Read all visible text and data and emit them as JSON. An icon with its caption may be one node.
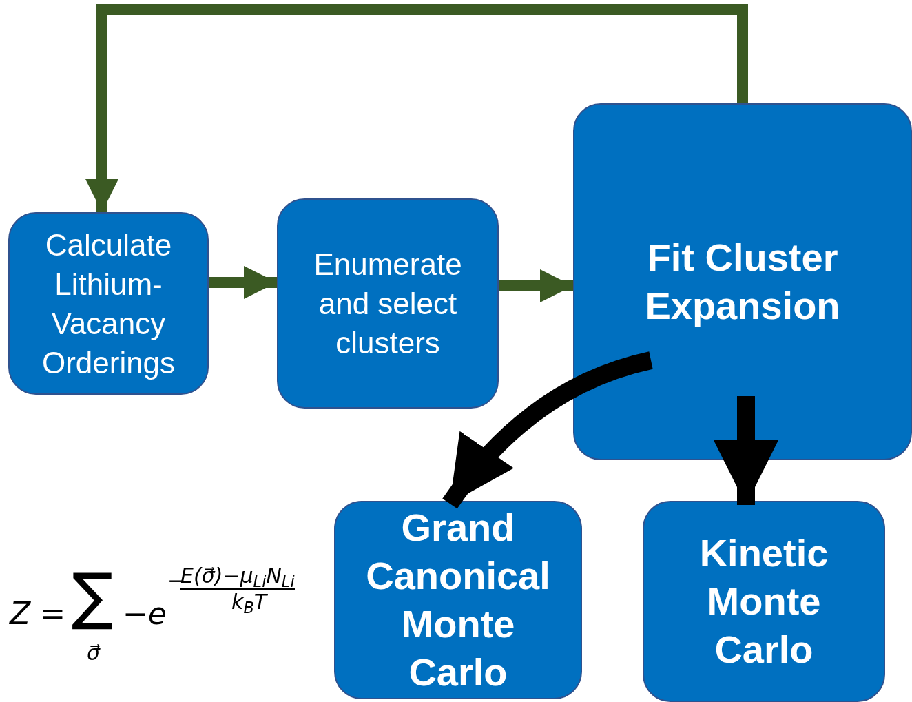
{
  "diagram": {
    "nodes": [
      {
        "text": [
          "Calculate Lithium-Vacancy Orderings"
        ]
      },
      {
        "text": [
          "Enumerate and select clusters"
        ]
      },
      {
        "text": [
          "Fit Cluster Expansion"
        ]
      },
      {
        "text": [
          "Grand Canonical Monte Carlo"
        ]
      },
      {
        "text": [
          "Kinetic Monte Carlo"
        ]
      }
    ],
    "edges": [
      {
        "from": 2,
        "to": 0,
        "arrow": "to"
      },
      {
        "from": 0,
        "to": 1,
        "arrow": "to"
      },
      {
        "from": 1,
        "to": 2,
        "arrow": "to"
      },
      {
        "from": 2,
        "to": 3,
        "arrow": "to",
        "color": "#000000"
      },
      {
        "from": 2,
        "to": 4,
        "arrow": "to",
        "color": "#000000"
      }
    ],
    "labels": [
      "Z =",
      "∑",
      "σ⃗",
      "−e",
      "−",
      "E(σ⃗)−μ$_{Li}$N$_{Li}$",
      "k$_{B}$T"
    ]
  }
}
